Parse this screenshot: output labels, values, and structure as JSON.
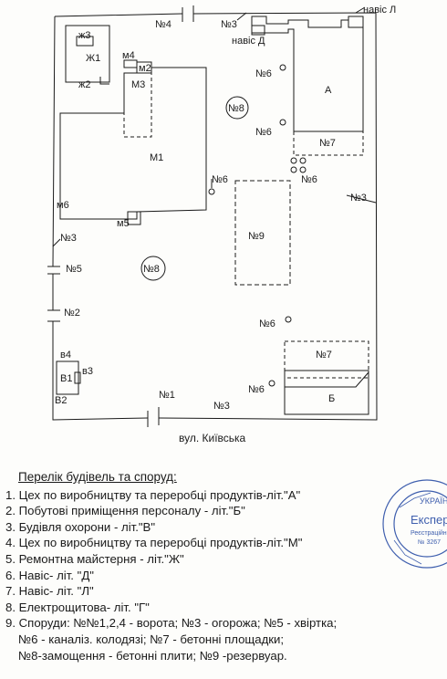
{
  "plan": {
    "labels": {
      "n4": "№4",
      "n3_top": "№3",
      "naves_l": "навіс Л",
      "naves_d": "навіс Д",
      "zh3": "ж3",
      "zh1": "Ж1",
      "zh2": "ж2",
      "m4": "м4",
      "m2": "м2",
      "m3": "М3",
      "n6_a": "№6",
      "n6_b": "№6",
      "n6_c": "№6",
      "n6_d": "№6",
      "n6_e": "№6",
      "n6_f": "№6",
      "a": "А",
      "n8_top": "№8",
      "n7_top": "№7",
      "m1": "М1",
      "m6": "м6",
      "n3_right": "№3",
      "m5": "м5",
      "n9": "№9",
      "n3_left": "№3",
      "n8_mid": "№8",
      "n5": "№5",
      "n2": "№2",
      "v4": "в4",
      "v1": "В1",
      "v3": "в3",
      "v2": "В2",
      "n7_bottom": "№7",
      "b": "Б",
      "n1": "№1",
      "n3_bottom": "№3"
    }
  },
  "street": "вул. Київська",
  "legend": {
    "title": "Перелік будівель та споруд:",
    "items": [
      "1. Цех по виробництву та переробці продуктів-літ.\"А\"",
      "2. Побутові приміщення персоналу - літ.\"Б\"",
      "3. Будівля охорони - літ.\"В\"",
      "4. Цех по виробництву та переробці продуктів-літ.\"М\"",
      "5. Ремонтна майстерня - літ.\"Ж\"",
      "6. Навіс- літ. \"Д\"",
      "7. Навіс- літ. \"Л\"",
      "8. Електрощитова- літ. \"Г\"",
      "9. Споруди: №№1,2,4 - ворота; №3 - огорожа; №5 - хвіртка;"
    ],
    "continuation": [
      "№6 - каналіз. колодязі; №7 - бетонні площадки;",
      "№8-замощення - бетонні плити; №9 -резервуар."
    ]
  },
  "stamp": {
    "text_top": "УКРАЇНА",
    "text_mid": "Експерт",
    "text_sub": "Реєстраційн",
    "text_num": "№ 3267"
  },
  "colors": {
    "stamp_blue": "#3f5fae",
    "line": "#1a1a1a"
  }
}
